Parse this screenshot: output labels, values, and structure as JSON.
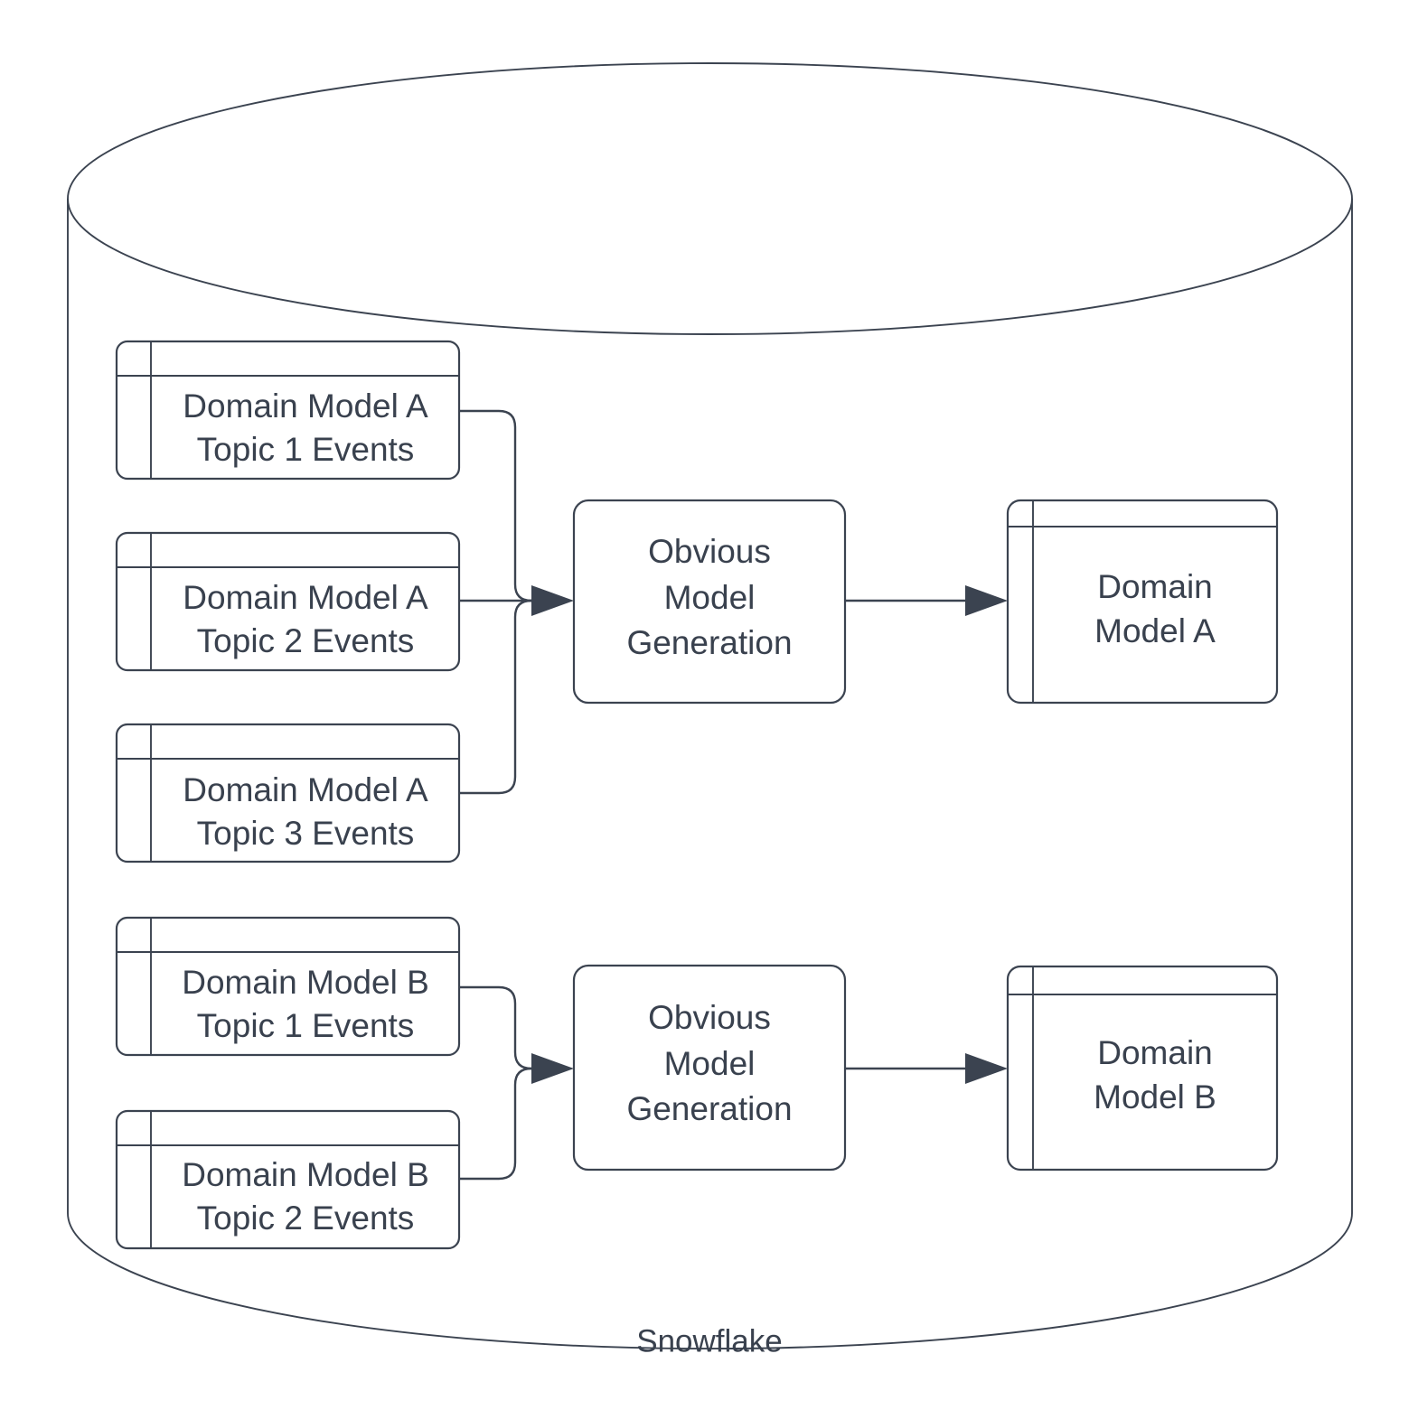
{
  "diagram": {
    "title": "Snowflake",
    "type": "data-flow-diagram",
    "colors": {
      "stroke": "#3b4350",
      "text": "#39414e",
      "fill": "#ffffff",
      "background": "#ffffff"
    },
    "container": {
      "name": "cylinder",
      "label": "Snowflake",
      "shape": "cylinder"
    },
    "source_tables": [
      {
        "id": "a-topic-1",
        "line1": "Domain Model A",
        "line2": "Topic 1 Events",
        "shape": "table"
      },
      {
        "id": "a-topic-2",
        "line1": "Domain Model A",
        "line2": "Topic 2 Events",
        "shape": "table"
      },
      {
        "id": "a-topic-3",
        "line1": "Domain Model A",
        "line2": "Topic 3 Events",
        "shape": "table"
      },
      {
        "id": "b-topic-1",
        "line1": "Domain Model B",
        "line2": "Topic 1 Events",
        "shape": "table"
      },
      {
        "id": "b-topic-2",
        "line1": "Domain Model B",
        "line2": "Topic 2 Events",
        "shape": "table"
      }
    ],
    "processes": [
      {
        "id": "omg-a",
        "line1": "Obvious",
        "line2": "Model",
        "line3": "Generation",
        "shape": "rounded-rectangle"
      },
      {
        "id": "omg-b",
        "line1": "Obvious",
        "line2": "Model",
        "line3": "Generation",
        "shape": "rounded-rectangle"
      }
    ],
    "outputs": [
      {
        "id": "model-a",
        "line1": "Domain",
        "line2": "Model A",
        "shape": "table"
      },
      {
        "id": "model-b",
        "line1": "Domain",
        "line2": "Model B",
        "shape": "table"
      }
    ],
    "edges": [
      {
        "from": "a-topic-1",
        "to": "omg-a"
      },
      {
        "from": "a-topic-2",
        "to": "omg-a"
      },
      {
        "from": "a-topic-3",
        "to": "omg-a"
      },
      {
        "from": "omg-a",
        "to": "model-a"
      },
      {
        "from": "b-topic-1",
        "to": "omg-b"
      },
      {
        "from": "b-topic-2",
        "to": "omg-b"
      },
      {
        "from": "omg-b",
        "to": "model-b"
      }
    ]
  }
}
